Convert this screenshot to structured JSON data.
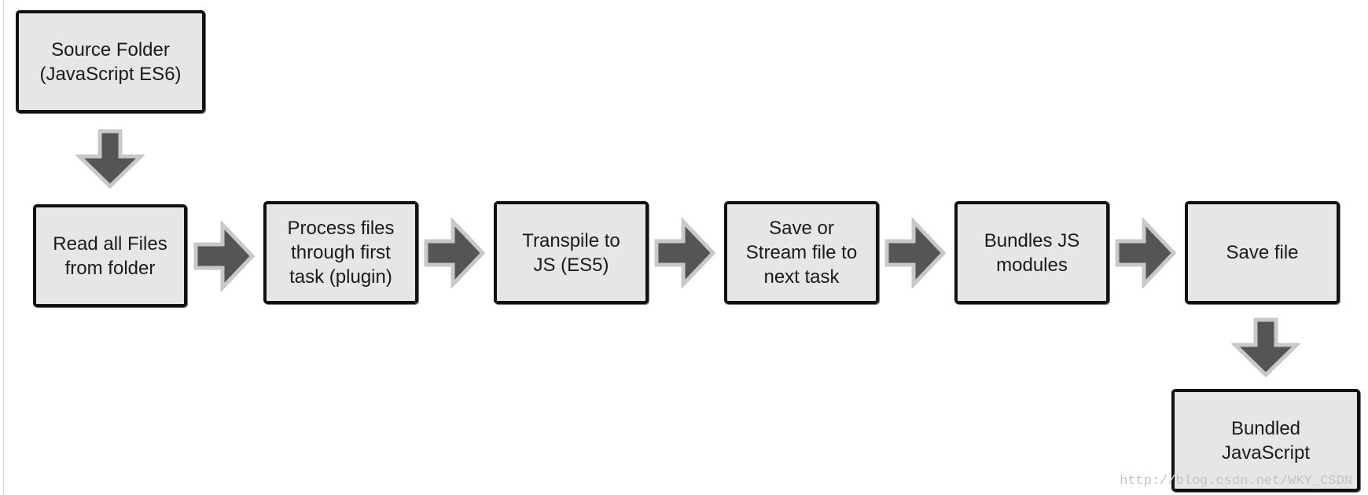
{
  "diagram": {
    "nodes": [
      {
        "id": "source-folder",
        "label": "Source Folder\n(JavaScript ES6)"
      },
      {
        "id": "read-files",
        "label": "Read all Files\nfrom folder"
      },
      {
        "id": "process-files",
        "label": "Process files\nthrough first\ntask (plugin)"
      },
      {
        "id": "transpile",
        "label": "Transpile to\nJS (ES5)"
      },
      {
        "id": "save-stream",
        "label": "Save or\nStream file to\nnext task"
      },
      {
        "id": "bundle",
        "label": "Bundles JS\nmodules"
      },
      {
        "id": "save-file",
        "label": "Save file"
      },
      {
        "id": "bundled-js",
        "label": "Bundled\nJavaScript"
      }
    ],
    "edges": [
      {
        "from": "source-folder",
        "to": "read-files",
        "direction": "down"
      },
      {
        "from": "read-files",
        "to": "process-files",
        "direction": "right"
      },
      {
        "from": "process-files",
        "to": "transpile",
        "direction": "right"
      },
      {
        "from": "transpile",
        "to": "save-stream",
        "direction": "right"
      },
      {
        "from": "save-stream",
        "to": "bundle",
        "direction": "right"
      },
      {
        "from": "bundle",
        "to": "save-file",
        "direction": "right"
      },
      {
        "from": "save-file",
        "to": "bundled-js",
        "direction": "down"
      }
    ],
    "colors": {
      "node_fill": "#e6e6e6",
      "node_border": "#111111",
      "arrow_fill": "#555555",
      "arrow_outline": "#c8c8c8"
    }
  },
  "watermark": "http://blog.csdn.net/WKY_CSDN"
}
